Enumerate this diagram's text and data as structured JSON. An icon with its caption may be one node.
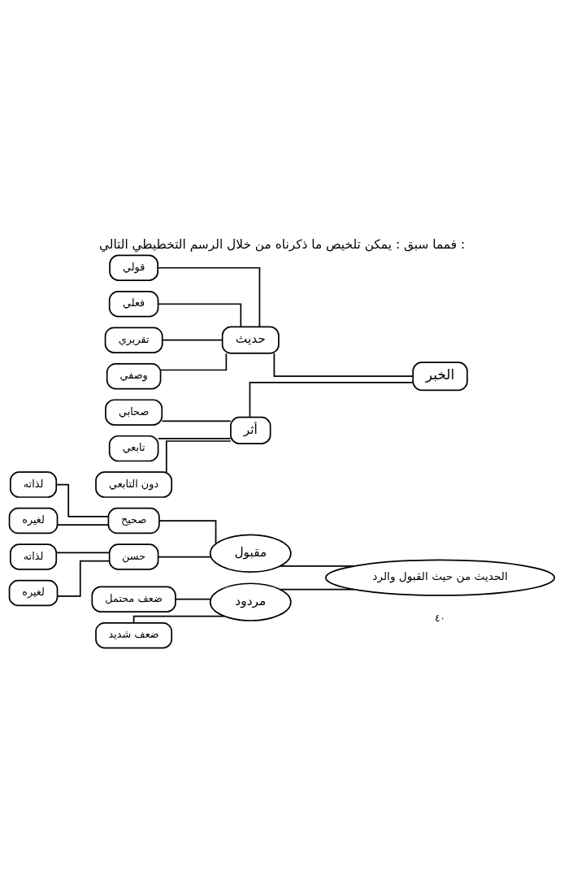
{
  "diagram": {
    "title": "فمما سبق : يمكن تلخيص ما ذكرناه من خلال الرسم التخطيطي التالي :",
    "nodes": [
      {
        "text": [
          "الخبر"
        ]
      },
      {
        "text": [
          "حديث"
        ]
      },
      {
        "text": [
          "أثر"
        ]
      },
      {
        "text": [
          "قولي"
        ]
      },
      {
        "text": [
          "فعلي"
        ]
      },
      {
        "text": [
          "تقريري"
        ]
      },
      {
        "text": [
          "وصفي"
        ]
      },
      {
        "text": [
          "صحابي"
        ]
      },
      {
        "text": [
          "تابعي"
        ]
      },
      {
        "text": [
          "دون التابعي"
        ]
      },
      {
        "text": [
          "الحديث من حيث القبول والرد"
        ]
      },
      {
        "text": [
          "مقبول"
        ]
      },
      {
        "text": [
          "مردود"
        ]
      },
      {
        "text": [
          "صحيح"
        ]
      },
      {
        "text": [
          "حسن"
        ]
      },
      {
        "text": [
          "ضعف محتمل"
        ]
      },
      {
        "text": [
          "ضعف شديد"
        ]
      },
      {
        "text": [
          "لذاته"
        ]
      },
      {
        "text": [
          "لغيره"
        ]
      },
      {
        "text": [
          "لذاته"
        ]
      },
      {
        "text": [
          "لغيره"
        ]
      }
    ],
    "edges": [
      {
        "from": 0,
        "to": 1,
        "arrow": "none"
      },
      {
        "from": 0,
        "to": 2,
        "arrow": "none"
      },
      {
        "from": 1,
        "to": 3,
        "arrow": "none"
      },
      {
        "from": 1,
        "to": 4,
        "arrow": "none"
      },
      {
        "from": 1,
        "to": 5,
        "arrow": "none"
      },
      {
        "from": 1,
        "to": 6,
        "arrow": "none"
      },
      {
        "from": 2,
        "to": 7,
        "arrow": "none"
      },
      {
        "from": 2,
        "to": 8,
        "arrow": "none"
      },
      {
        "from": 2,
        "to": 9,
        "arrow": "none"
      },
      {
        "from": 10,
        "to": 11,
        "arrow": "none"
      },
      {
        "from": 10,
        "to": 12,
        "arrow": "none"
      },
      {
        "from": 11,
        "to": 13,
        "arrow": "none"
      },
      {
        "from": 11,
        "to": 14,
        "arrow": "none"
      },
      {
        "from": 12,
        "to": 15,
        "arrow": "none"
      },
      {
        "from": 12,
        "to": 16,
        "arrow": "none"
      },
      {
        "from": 13,
        "to": 17,
        "arrow": "none"
      },
      {
        "from": 13,
        "to": 18,
        "arrow": "none"
      },
      {
        "from": 14,
        "to": 19,
        "arrow": "none"
      },
      {
        "from": 14,
        "to": 20,
        "arrow": "none"
      }
    ],
    "labels": [
      "٤٠"
    ]
  }
}
